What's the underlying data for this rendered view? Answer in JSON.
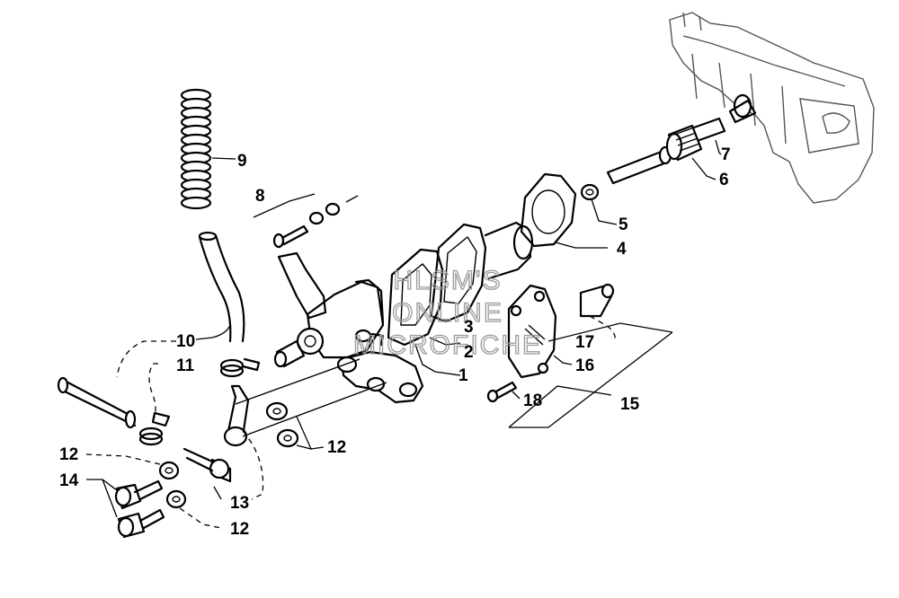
{
  "callouts": {
    "c1": "1",
    "c2": "2",
    "c3": "3",
    "c4": "4",
    "c5": "5",
    "c6": "6",
    "c7": "7",
    "c8": "8",
    "c9": "9",
    "c10": "10",
    "c11": "11",
    "c12a": "12",
    "c12b": "12",
    "c12c": "12",
    "c13": "13",
    "c14": "14",
    "c15": "15",
    "c16": "16",
    "c17": "17",
    "c18": "18"
  },
  "watermark": {
    "line1": "HLSM'S",
    "line2": "ONLINE",
    "line3": "MICROFICHE"
  }
}
